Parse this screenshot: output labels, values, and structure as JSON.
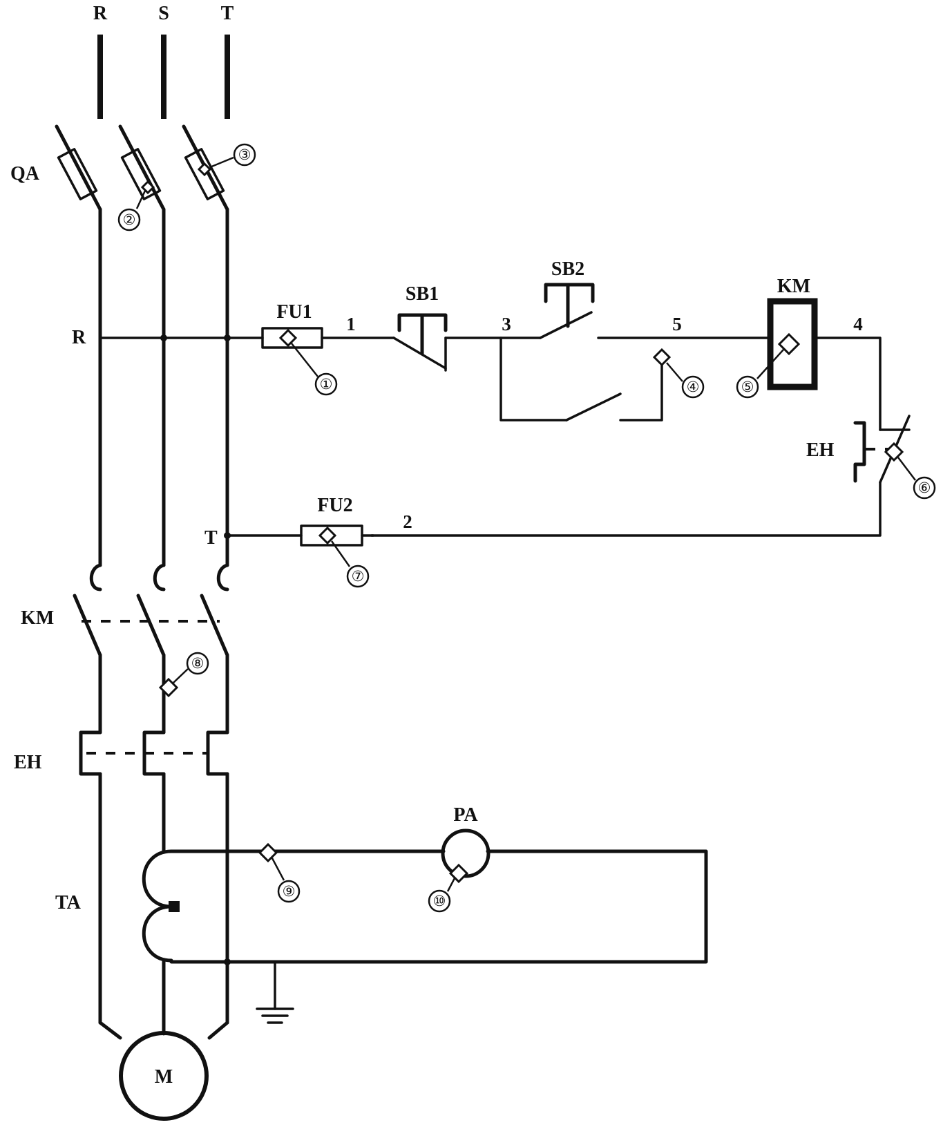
{
  "phases": {
    "r": "R",
    "s": "S",
    "t": "T"
  },
  "components": {
    "breaker": "QA",
    "fuse1": "FU1",
    "fuse2": "FU2",
    "stop_button": "SB1",
    "start_button": "SB2",
    "contactor_coil": "KM",
    "contactor_main": "KM",
    "overload_main": "EH",
    "overload_contact": "EH",
    "current_transformer": "TA",
    "ammeter": "PA",
    "motor": "M"
  },
  "control_taps": {
    "r": "R",
    "t": "T"
  },
  "wire_numbers": {
    "w1": "1",
    "w2": "2",
    "w3": "3",
    "w4": "4",
    "w5": "5"
  },
  "check_points": [
    "①",
    "②",
    "③",
    "④",
    "⑤",
    "⑥",
    "⑦",
    "⑧",
    "⑨",
    "⑩"
  ]
}
